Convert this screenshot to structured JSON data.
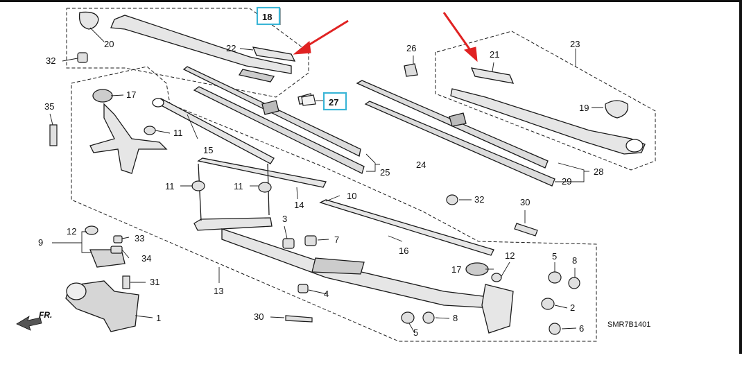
{
  "diagram": {
    "callouts": [
      {
        "id": "n1",
        "text": "1"
      },
      {
        "id": "n2",
        "text": "2"
      },
      {
        "id": "n3",
        "text": "3"
      },
      {
        "id": "n4",
        "text": "4"
      },
      {
        "id": "n5a",
        "text": "5"
      },
      {
        "id": "n5b",
        "text": "5"
      },
      {
        "id": "n6",
        "text": "6"
      },
      {
        "id": "n7",
        "text": "7"
      },
      {
        "id": "n8a",
        "text": "8"
      },
      {
        "id": "n8b",
        "text": "8"
      },
      {
        "id": "n9",
        "text": "9"
      },
      {
        "id": "n10",
        "text": "10"
      },
      {
        "id": "n11a",
        "text": "11"
      },
      {
        "id": "n11b",
        "text": "11"
      },
      {
        "id": "n11c",
        "text": "11"
      },
      {
        "id": "n12a",
        "text": "12"
      },
      {
        "id": "n12b",
        "text": "12"
      },
      {
        "id": "n13",
        "text": "13"
      },
      {
        "id": "n15",
        "text": "15"
      },
      {
        "id": "n16",
        "text": "16"
      },
      {
        "id": "n17a",
        "text": "17"
      },
      {
        "id": "n17b",
        "text": "17"
      },
      {
        "id": "n14",
        "text": "14"
      },
      {
        "id": "n19",
        "text": "19"
      },
      {
        "id": "n20",
        "text": "20"
      },
      {
        "id": "n21",
        "text": "21"
      },
      {
        "id": "n22",
        "text": "22"
      },
      {
        "id": "n23",
        "text": "23"
      },
      {
        "id": "n24",
        "text": "24"
      },
      {
        "id": "n25",
        "text": "25"
      },
      {
        "id": "n26",
        "text": "26"
      },
      {
        "id": "n28",
        "text": "28"
      },
      {
        "id": "n29",
        "text": "29"
      },
      {
        "id": "n30a",
        "text": "30"
      },
      {
        "id": "n30b",
        "text": "30"
      },
      {
        "id": "n31",
        "text": "31"
      },
      {
        "id": "n32a",
        "text": "32"
      },
      {
        "id": "n32b",
        "text": "32"
      },
      {
        "id": "n33",
        "text": "33"
      },
      {
        "id": "n34",
        "text": "34"
      },
      {
        "id": "n35",
        "text": "35"
      }
    ],
    "highlighted": [
      {
        "id": "h18",
        "text": "18"
      },
      {
        "id": "h27",
        "text": "27"
      }
    ],
    "direction_label": "FR.",
    "diagram_code": "SMR7B1401",
    "colors": {
      "highlight_box": "#3ab5d6",
      "arrow": "#e02222",
      "line": "#1a1a1a"
    }
  }
}
